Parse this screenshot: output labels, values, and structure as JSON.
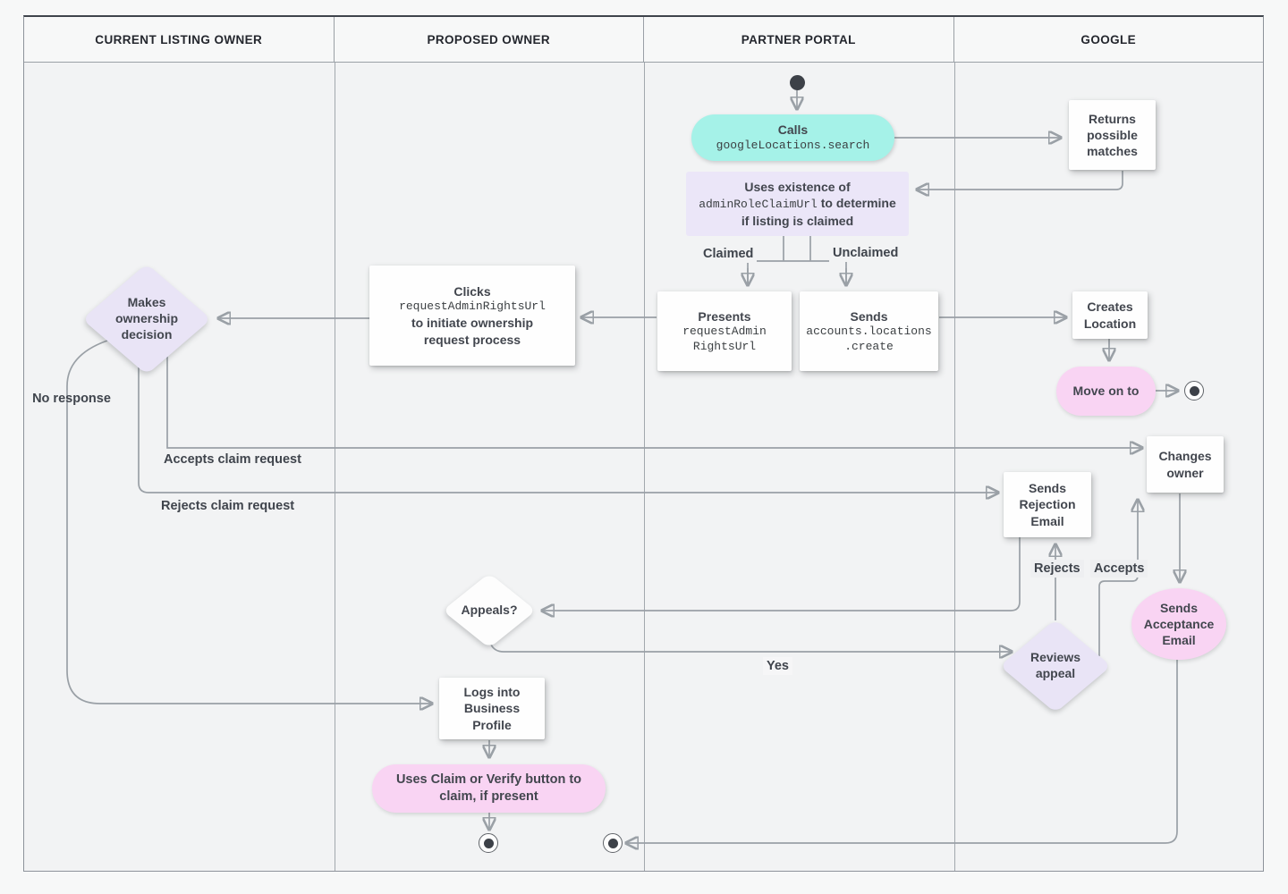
{
  "lanes": [
    {
      "title": "CURRENT LISTING OWNER"
    },
    {
      "title": "PROPOSED OWNER"
    },
    {
      "title": "PARTNER PORTAL"
    },
    {
      "title": "GOOGLE"
    }
  ],
  "nodes": {
    "calls": {
      "title": "Calls",
      "code": "googleLocations.search"
    },
    "returns": {
      "text": "Returns possible matches"
    },
    "uses": {
      "t1": "Uses existence of",
      "code": "adminRoleClaimUrl",
      "t2": "to determine if listing is claimed"
    },
    "presents": {
      "title": "Presents",
      "code": "requestAdmin\nRightsUrl"
    },
    "sends_create": {
      "title": "Sends",
      "code": "accounts.locations\n.create"
    },
    "creates_location": {
      "text": "Creates Location"
    },
    "move_on": {
      "text": "Move on to"
    },
    "clicks": {
      "t1": "Clicks",
      "code": "requestAdminRightsUrl",
      "t2": "to initiate ownership request process"
    },
    "decision": {
      "text": "Makes ownership decision"
    },
    "changes_owner": {
      "text": "Changes owner"
    },
    "sends_rejection": {
      "text": "Sends Rejection Email"
    },
    "appeals": {
      "text": "Appeals?"
    },
    "reviews_appeal": {
      "text": "Reviews appeal"
    },
    "sends_acceptance": {
      "text": "Sends Acceptance Email"
    },
    "logs_in": {
      "text": "Logs into Business Profile"
    },
    "claim_verify": {
      "text": "Uses Claim or Verify button to claim, if present"
    }
  },
  "edge_labels": {
    "claimed": "Claimed",
    "unclaimed": "Unclaimed",
    "no_response": "No response",
    "accepts_claim": "Accepts claim request",
    "rejects_claim": "Rejects claim request",
    "rejects": "Rejects",
    "accepts": "Accepts",
    "yes": "Yes"
  },
  "colors": {
    "teal_action": "#a5f2e8",
    "lavender_note": "#ebe6f8",
    "pink_action": "#f9d4f3",
    "line_gray": "#9aa0a6",
    "text_dark": "#3c4043",
    "lane_background": "#f2f3f4"
  }
}
